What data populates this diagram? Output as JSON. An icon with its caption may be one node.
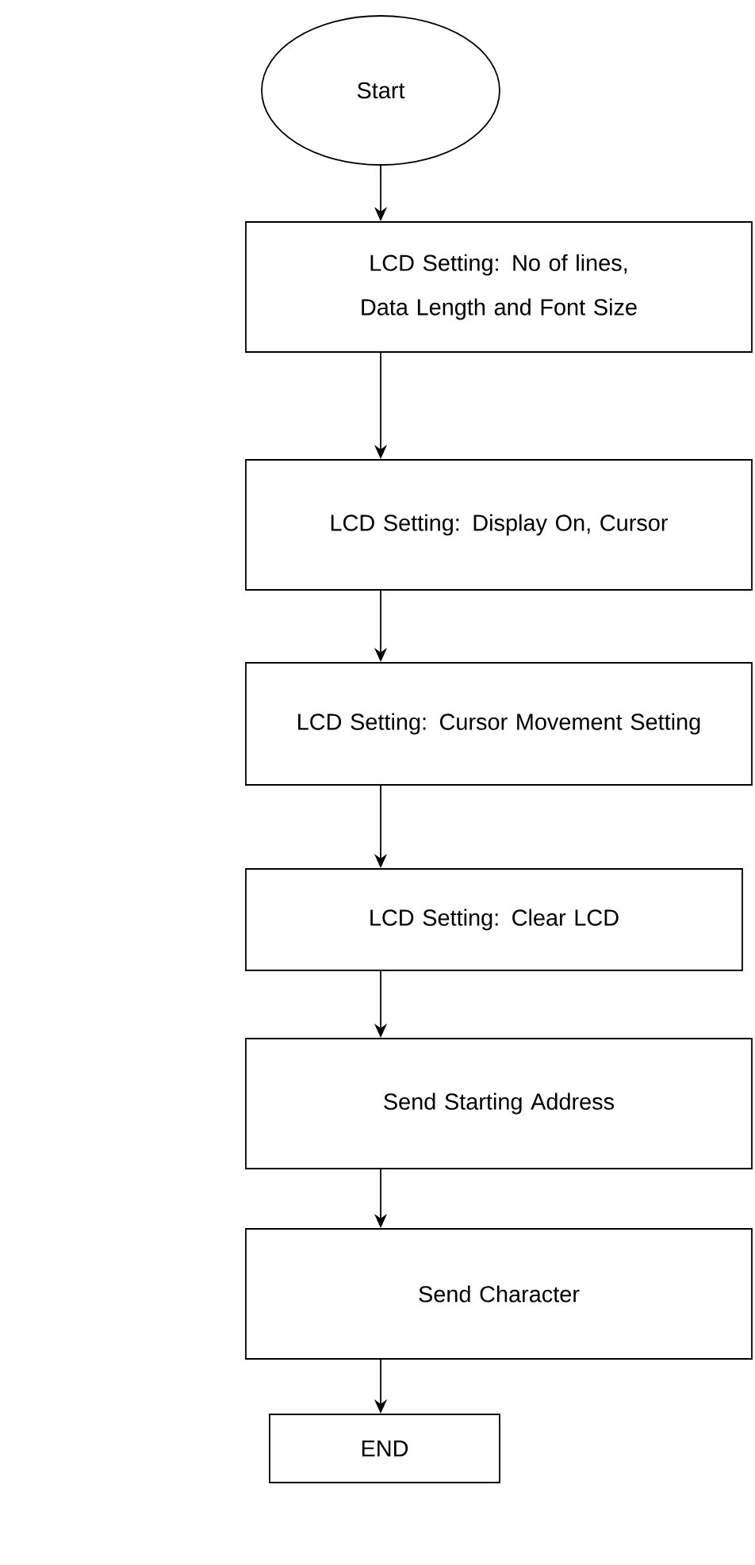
{
  "diagram": {
    "nodes": [
      {
        "text": [
          "Start"
        ]
      },
      {
        "text": [
          "LCD Setting: No of lines, Data Length and Font Size"
        ]
      },
      {
        "text": [
          "LCD Setting: Display On, Cursor"
        ]
      },
      {
        "text": [
          "LCD Setting: Cursor Movement Setting"
        ]
      },
      {
        "text": [
          "LCD Setting: Clear LCD"
        ]
      },
      {
        "text": [
          "Send Starting Address"
        ]
      },
      {
        "text": [
          "Send Character"
        ]
      },
      {
        "text": [
          "END"
        ]
      }
    ],
    "edges": [
      {
        "from": 0,
        "to": 1,
        "arrow": "to"
      },
      {
        "from": 1,
        "to": 2,
        "arrow": "to"
      },
      {
        "from": 2,
        "to": 3,
        "arrow": "to"
      },
      {
        "from": 3,
        "to": 4,
        "arrow": "to"
      },
      {
        "from": 4,
        "to": 5,
        "arrow": "to"
      },
      {
        "from": 5,
        "to": 6,
        "arrow": "to"
      },
      {
        "from": 6,
        "to": 7,
        "arrow": "to"
      }
    ]
  }
}
